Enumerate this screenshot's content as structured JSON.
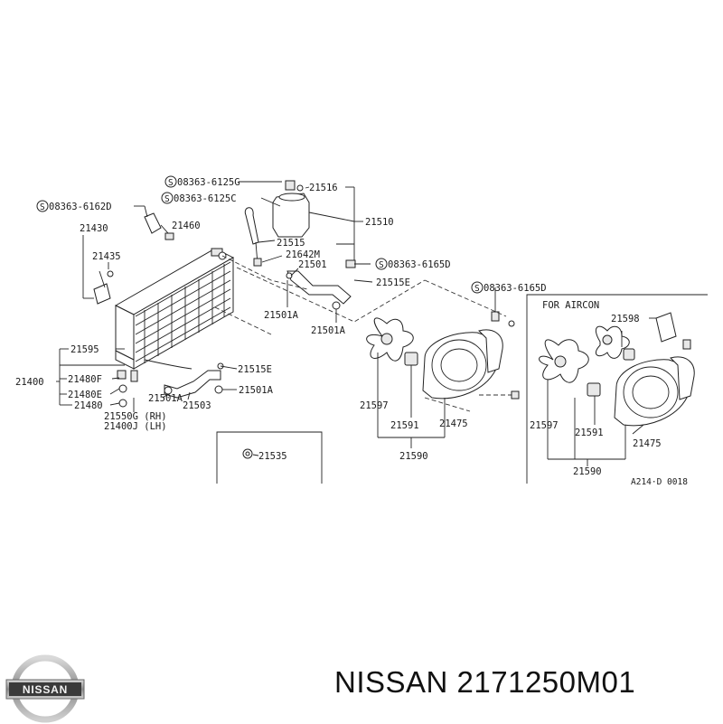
{
  "brand": {
    "logo_text": "NISSAN",
    "caption": "NISSAN 2171250M01"
  },
  "diagram": {
    "code": "A214·D 0018",
    "aircon_title": "FOR AIRCON",
    "labels": {
      "b_61256": "08363-6125G",
      "b_61252": "08363-6125C",
      "b_61621": "08363-6162D",
      "b_61651": "08363-6165D",
      "b_61652": "08363-6165D",
      "p21516": "21516",
      "p21510": "21510",
      "p21515": "21515",
      "p21642m": "21642M",
      "p21501": "21501",
      "p21515e_top": "21515E",
      "p21501a_l": "21501A",
      "p21501a_r": "21501A",
      "p21430": "21430",
      "p21460": "21460",
      "p21435": "21435",
      "p21595": "21595",
      "p21400": "21400",
      "p21480f": "21480F",
      "p21480e": "21480E",
      "p21480": "21480",
      "p21550g": "21550G (RH)",
      "p21400j": "21400J (LH)",
      "p21515e_mid": "21515E",
      "p21501a_mid": "21501A",
      "p21501a_low": "21501A",
      "p21503": "21503",
      "p21535": "21535",
      "p21597_l": "21597",
      "p21591_l": "21591",
      "p21475_l": "21475",
      "p21590_l": "21590",
      "p21598": "21598",
      "p21597_r": "21597",
      "p21591_r": "21591",
      "p21475_r": "21475",
      "p21590_r": "21590"
    }
  }
}
